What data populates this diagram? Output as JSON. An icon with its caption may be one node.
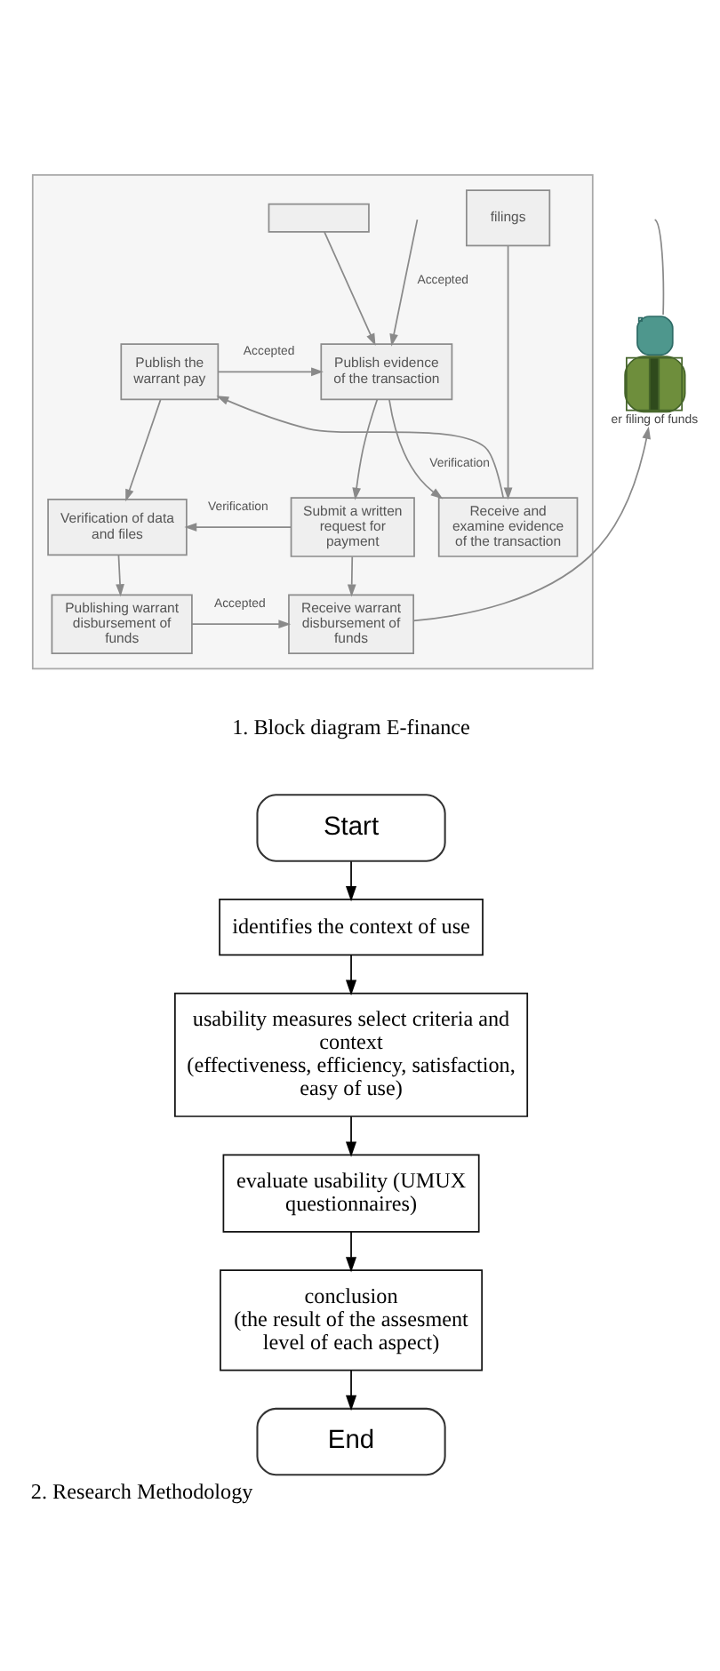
{
  "diagram": {
    "caption": "2. Research Methodology",
    "nodes": [
      {
        "text": [],
        "shape": "person",
        "beside": [
          "er filing of funds"
        ]
      },
      {
        "text": [],
        "shape": "box"
      },
      {
        "text": [],
        "shape": "box",
        "in": 1
      },
      {
        "text": [
          "filings"
        ],
        "in": 1
      },
      {
        "text": [
          "Publish evidence of the transaction"
        ],
        "in": 1
      },
      {
        "text": [
          "Publish the warrant pay"
        ],
        "in": 1
      },
      {
        "text": [
          "Submit a written request for payment"
        ],
        "in": 1
      },
      {
        "text": [
          "Verification of data and files"
        ],
        "in": 1
      },
      {
        "text": [
          "Receive and examine evidence of the transaction"
        ],
        "in": 1
      },
      {
        "text": [
          "Receive warrant disbursement of funds"
        ],
        "in": 1
      },
      {
        "text": [
          "Publishing warrant disbursement of funds"
        ],
        "in": 1
      },
      {
        "text": [
          "Start"
        ]
      },
      {
        "text": [
          "identifies the context of use"
        ]
      },
      {
        "text": [
          "usability measures select criteria and context",
          "(effectiveness, efficiency, satisfaction, easy of use)"
        ]
      },
      {
        "text": [
          "evaluate usability (UMUX questionnaires)"
        ]
      },
      {
        "text": [
          "conclusion",
          "(the result of the assesment level of each aspect)"
        ]
      },
      {
        "text": [
          "End"
        ]
      }
    ],
    "edges": [
      {
        "from": 0,
        "to": null,
        "arrow": "none"
      },
      {
        "from": 2,
        "to": 4,
        "arrow": "to"
      },
      {
        "from": null,
        "to": 4,
        "arrow": "to",
        "label": "Accepted"
      },
      {
        "from": 4,
        "to": 8,
        "arrow": "to",
        "label": "Verification"
      },
      {
        "from": 3,
        "to": 8,
        "arrow": "to"
      },
      {
        "from": 5,
        "to": 4,
        "arrow": "to",
        "label": "Accepted"
      },
      {
        "from": 8,
        "to": 5,
        "arrow": "to"
      },
      {
        "from": 4,
        "to": 6,
        "arrow": "to"
      },
      {
        "from": 5,
        "to": 7,
        "arrow": "to"
      },
      {
        "from": 6,
        "to": 7,
        "arrow": "to",
        "label": "Verification"
      },
      {
        "from": 6,
        "to": 9,
        "arrow": "to"
      },
      {
        "from": 7,
        "to": 10,
        "arrow": "to"
      },
      {
        "from": 10,
        "to": 9,
        "arrow": "to",
        "label": "Accepted"
      },
      {
        "from": 9,
        "to": 0,
        "arrow": "to"
      },
      {
        "from": 11,
        "to": 12,
        "arrow": "to",
        "color": "#000000"
      },
      {
        "from": 12,
        "to": 13,
        "arrow": "to",
        "color": "#000000"
      },
      {
        "from": 13,
        "to": 14,
        "arrow": "to",
        "color": "#000000"
      },
      {
        "from": 14,
        "to": 15,
        "arrow": "to",
        "color": "#000000"
      },
      {
        "from": 15,
        "to": 16,
        "arrow": "to",
        "color": "#000000"
      }
    ],
    "labels": [
      "1. Block diagram E-finance"
    ]
  }
}
